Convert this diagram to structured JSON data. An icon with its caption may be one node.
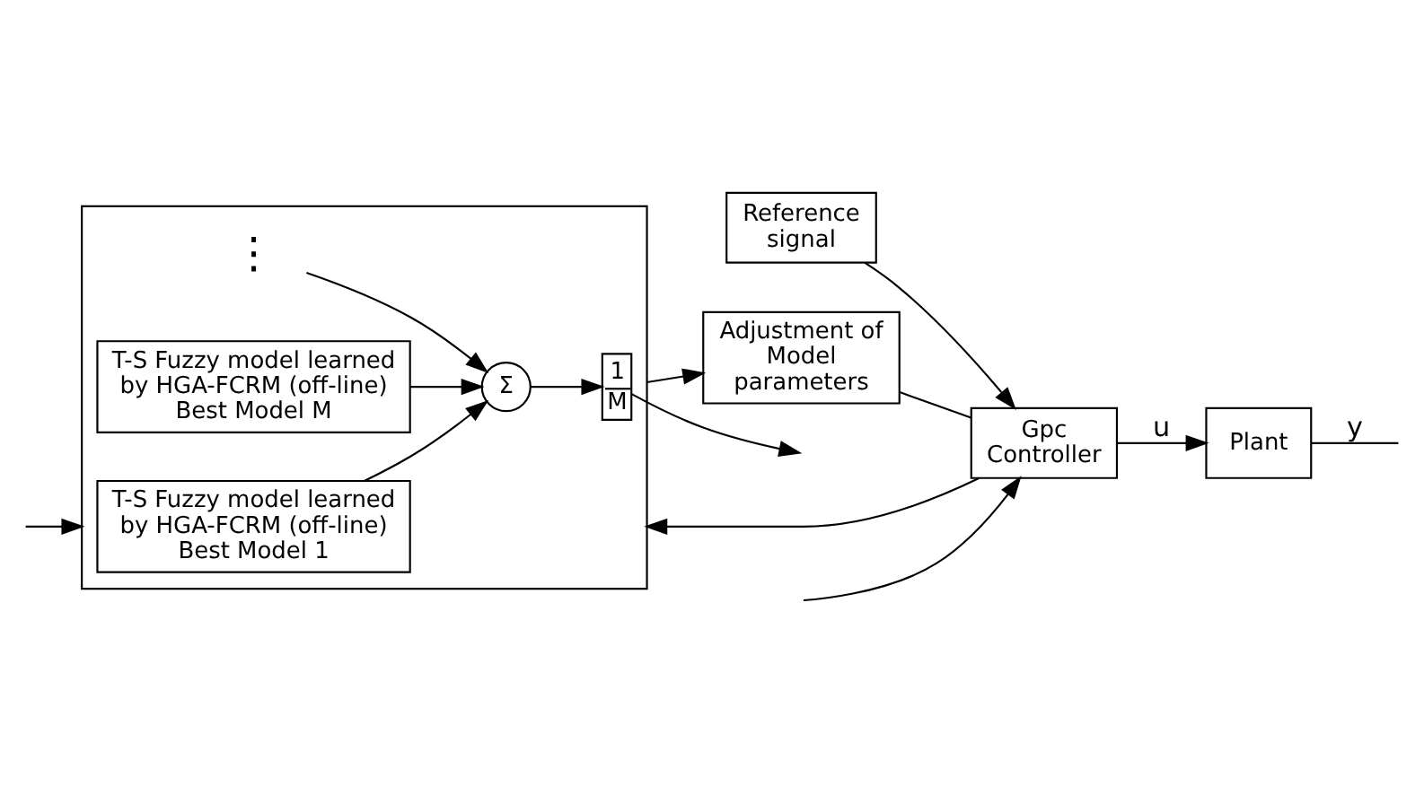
{
  "diagram": {
    "nodes": [
      {
        "text": [
          "Reference signal"
        ]
      },
      {
        "text": [
          "Gpc Controller"
        ]
      },
      {
        "text": [
          "Plant"
        ]
      },
      {
        "text": [],
        "shape": "box"
      },
      {
        "text": [
          "T-S Fuzzy model learned by HGA-FCRM (off-line) Best Model 1"
        ],
        "in": 3
      },
      {
        "text": [
          "Σ"
        ],
        "in": 3
      },
      {
        "text": [
          "⋮"
        ],
        "in": 3
      },
      {
        "text": [
          "T-S Fuzzy model learned by HGA-FCRM (off-line) Best Model M"
        ],
        "in": 3
      },
      {
        "text": [
          "1",
          "M"
        ],
        "in": 3
      },
      {
        "text": [
          "Adjustment of Model parameters"
        ]
      }
    ],
    "edges": [
      {
        "from": 0,
        "to": 1,
        "arrow": "to"
      },
      {
        "from": null,
        "to": 1,
        "arrow": "to"
      },
      {
        "from": 1,
        "to": 2,
        "arrow": "to",
        "label": "u"
      },
      {
        "from": 2,
        "to": null,
        "arrow": "none",
        "label": "y"
      },
      {
        "from": 1,
        "to": 3,
        "arrow": "to"
      },
      {
        "from": null,
        "to": 3,
        "arrow": "to"
      },
      {
        "from": 4,
        "to": 5,
        "arrow": "to"
      },
      {
        "from": 6,
        "to": 5,
        "arrow": "to"
      },
      {
        "from": 7,
        "to": 5,
        "arrow": "to"
      },
      {
        "from": 5,
        "to": 8,
        "arrow": "to"
      },
      {
        "from": 8,
        "to": null,
        "arrow": "to"
      },
      {
        "from": 3,
        "to": 9,
        "arrow": "to"
      },
      {
        "from": 9,
        "to": 1,
        "arrow": "none"
      }
    ]
  }
}
